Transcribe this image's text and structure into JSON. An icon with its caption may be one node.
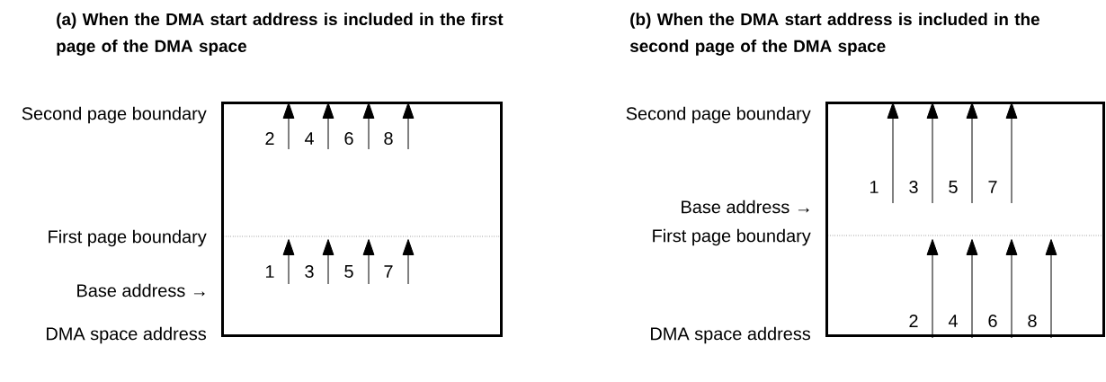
{
  "diagram": {
    "nodes": [
      {
        "text": [
          "(a) When the DMA start address is included in the first page of the DMA space"
        ]
      },
      {
        "text": [
          "(b) When the DMA start address is included in the second page of the DMA space"
        ]
      }
    ],
    "labels": [
      "Second page boundary",
      "2",
      "4",
      "6",
      "8",
      "First page boundary",
      "1",
      "3",
      "5",
      "7",
      "Base address →",
      "DMA space address",
      "Second page boundary",
      "1",
      "3",
      "5",
      "7",
      "Base address →",
      "First page boundary",
      "2",
      "4",
      "6",
      "8",
      "DMA space address"
    ]
  }
}
